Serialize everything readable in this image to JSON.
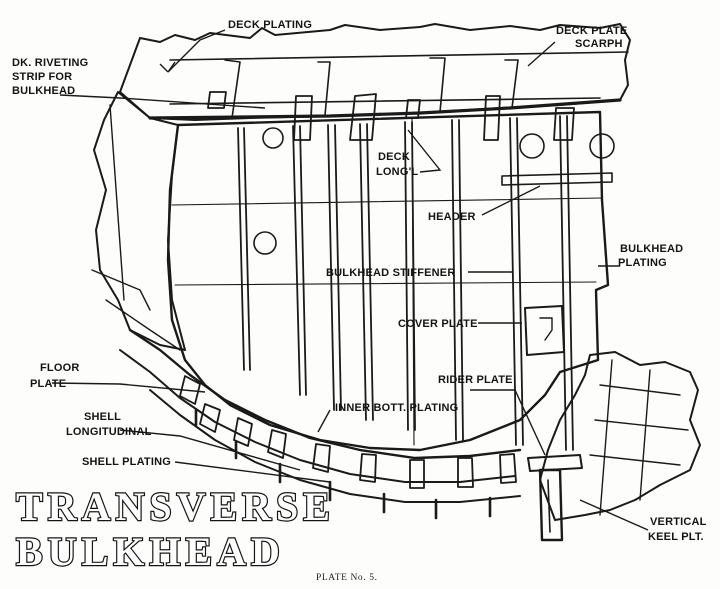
{
  "title": {
    "line1": "TRANSVERSE",
    "line2": "BULKHEAD"
  },
  "caption": "PLATE No. 5.",
  "labels": {
    "deck_plating": "DECK PLATING",
    "deck_plate_scarph_1": "DECK PLATE",
    "deck_plate_scarph_2": "SCARPH",
    "riveting_strip_1": "DK. RIVETING",
    "riveting_strip_2": "STRIP FOR",
    "riveting_strip_3": "BULKHEAD",
    "deck_longl_1": "DECK",
    "deck_longl_2": "LONG'L",
    "header": "HEADER",
    "bulkhead_plating_1": "BULKHEAD",
    "bulkhead_plating_2": "PLATING",
    "bulkhead_stiffener": "BULKHEAD STIFFENER",
    "cover_plate": "COVER PLATE",
    "floor_plate_1": "FLOOR",
    "floor_plate_2": "PLATE",
    "rider_plate": "RIDER PLATE",
    "inner_bott_plating": "INNER BOTT. PLATING",
    "shell_longitudinal_1": "SHELL",
    "shell_longitudinal_2": "LONGITUDINAL",
    "shell_plating": "SHELL PLATING",
    "vertical_keel_1": "VERTICAL",
    "vertical_keel_2": "KEEL PLT."
  },
  "colors": {
    "ink": "#1a1a1a",
    "paper": "#fdfdfb"
  }
}
